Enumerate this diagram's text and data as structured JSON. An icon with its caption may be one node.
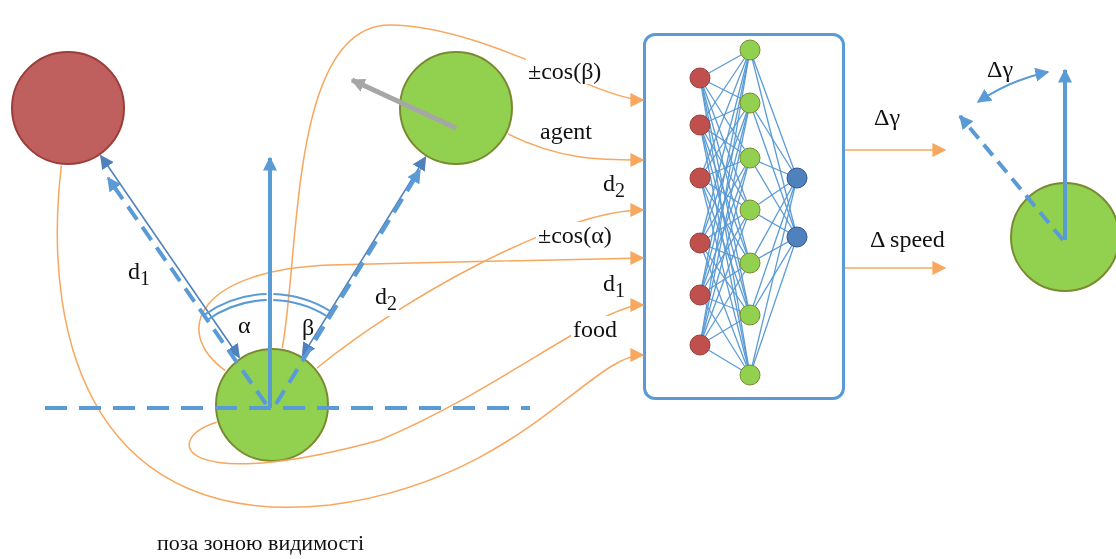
{
  "diagram": {
    "nodes": [
      {
        "text": [],
        "shape": "circle"
      },
      {
        "text": [],
        "shape": "circle"
      },
      {
        "text": [],
        "shape": "circle"
      },
      {
        "text": [],
        "shape": "box"
      },
      {
        "text": [],
        "shape": "circle"
      }
    ],
    "edges": [
      {
        "from": 2,
        "to": 3,
        "arrow": "to",
        "label": "±cos(β)"
      },
      {
        "from": 1,
        "to": 3,
        "arrow": "to",
        "label": "agent"
      },
      {
        "from": 2,
        "to": 3,
        "arrow": "to",
        "label": "d$_{2}$"
      },
      {
        "from": 2,
        "to": 3,
        "arrow": "to",
        "label": "±cos(α)"
      },
      {
        "from": 2,
        "to": 3,
        "arrow": "to",
        "label": "d$_{1}$"
      },
      {
        "from": 0,
        "to": 3,
        "arrow": "to",
        "label": "food"
      },
      {
        "from": 0,
        "to": 2,
        "arrow": "both",
        "label": "d$_{1}$",
        "color": "#4f81bd"
      },
      {
        "from": 1,
        "to": 2,
        "arrow": "both",
        "label": "d$_{2}$",
        "color": "#4f81bd"
      },
      {
        "from": 3,
        "to": null,
        "arrow": "to",
        "label": "Δγ"
      },
      {
        "from": 3,
        "to": null,
        "arrow": "to",
        "label": "Δ speed"
      }
    ],
    "labels": [
      "α",
      "β",
      "Δγ",
      "поза зоною видимості"
    ]
  }
}
